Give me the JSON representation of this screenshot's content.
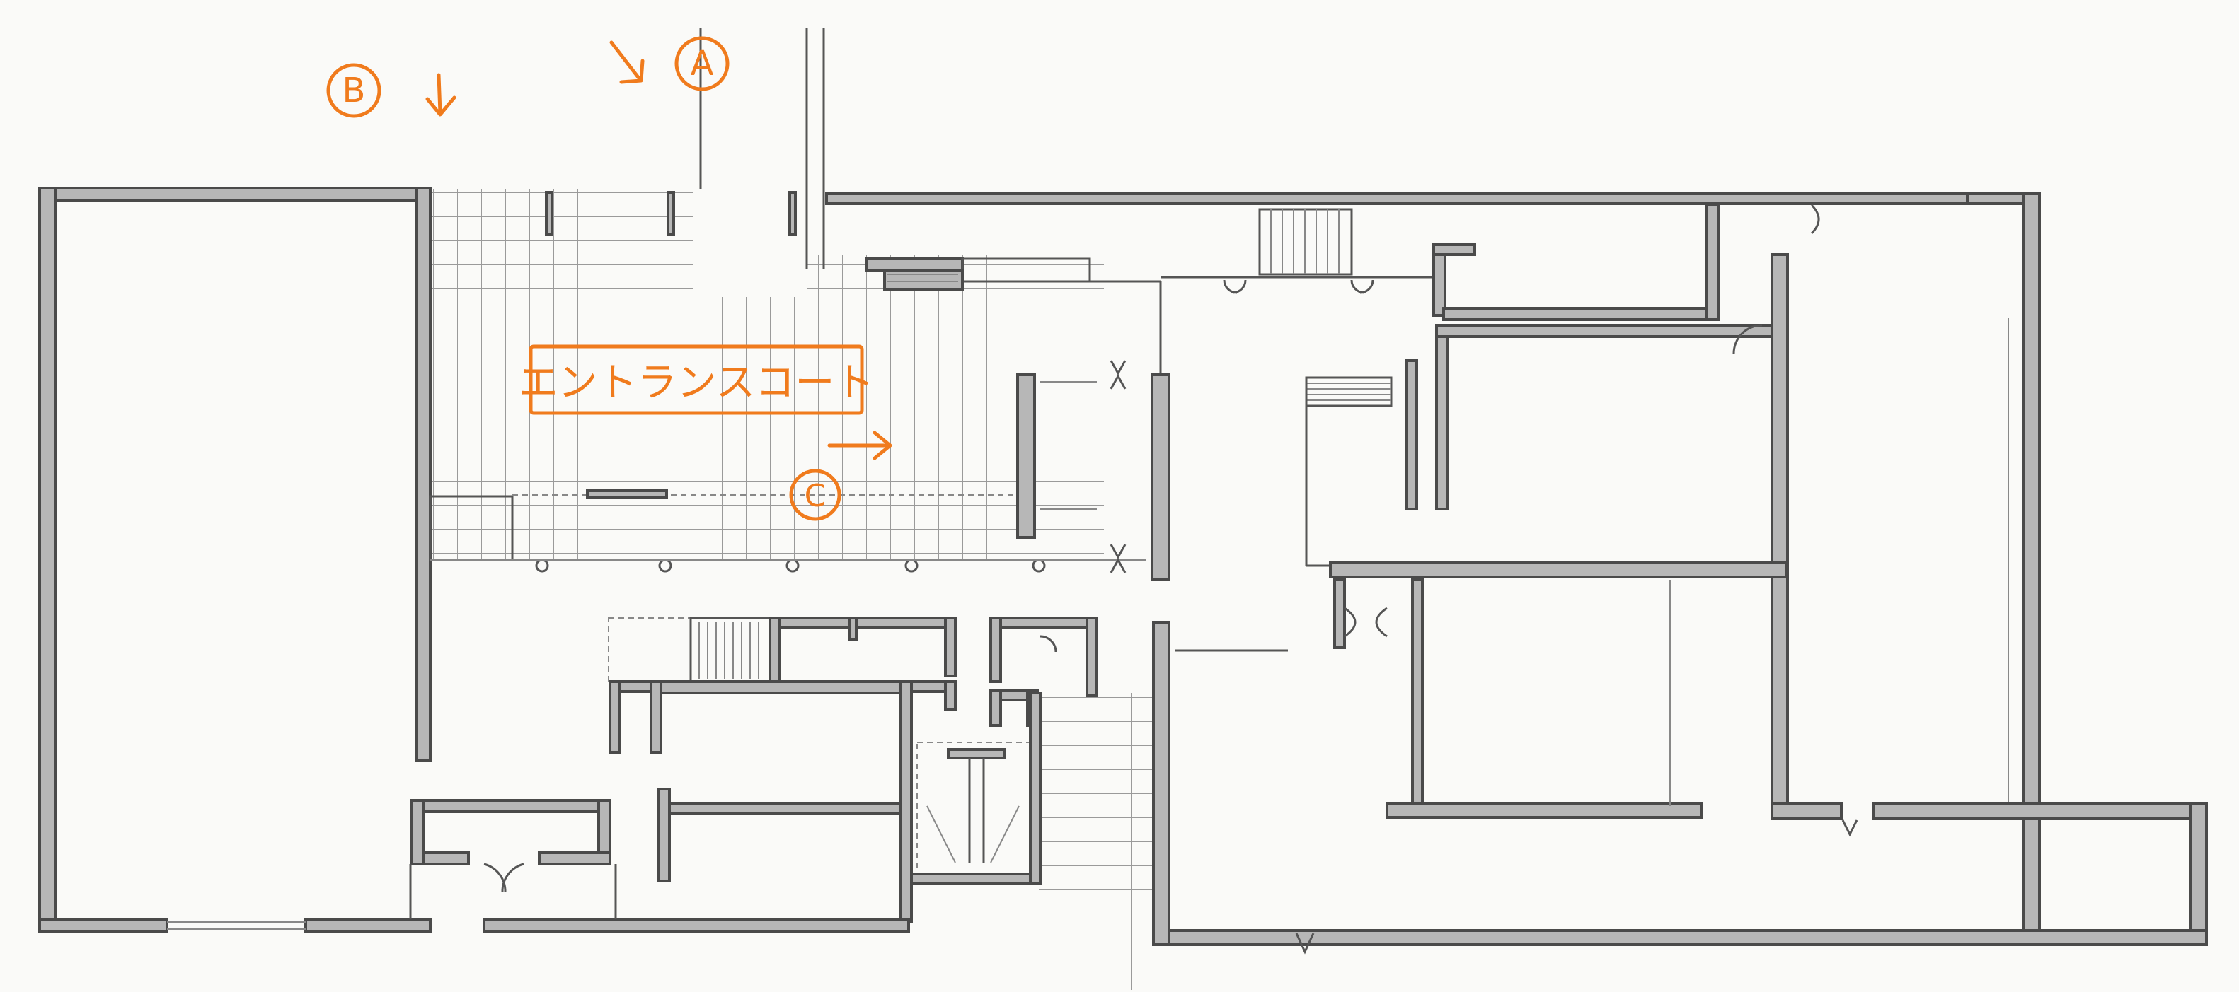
{
  "annotations": {
    "marker_a": "A",
    "marker_b": "B",
    "marker_c": "C",
    "entrance_label": "エントランスコート"
  },
  "colors": {
    "annotation": "#f07b1d",
    "wall_fill": "#b7b7b7",
    "wall_stroke": "#4a4a4a",
    "grid": "#9a9a9a"
  },
  "icons": {
    "arrow_a": "arrow-down-right-icon",
    "arrow_b": "arrow-down-icon",
    "arrow_c": "arrow-right-icon"
  }
}
